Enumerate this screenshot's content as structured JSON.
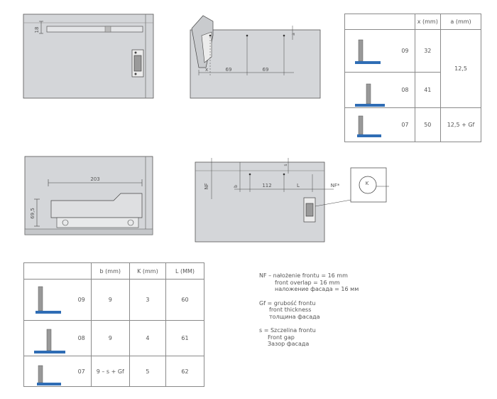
{
  "diagrams": {
    "top_left": {
      "dim_18": "18"
    },
    "top_middle": {
      "dim_x": "x",
      "dim_69a": "69",
      "dim_69b": "69",
      "dim_a": "a"
    },
    "bottom_left": {
      "dim_203": "203",
      "dim_695": "69,5"
    },
    "bottom_middle": {
      "dim_nf": "NF",
      "dim_s": "s",
      "dim_b": "b",
      "dim_112": "112",
      "dim_l": "L",
      "dim_nfstar": "NF*",
      "dim_k": "K"
    }
  },
  "table_top": {
    "headers": [
      "x (mm)",
      "a (mm)"
    ],
    "rows": [
      {
        "code": "09",
        "x": "32"
      },
      {
        "code": "08",
        "x": "41"
      },
      {
        "code": "07",
        "x": "50",
        "a": "12,5 + Gf"
      }
    ],
    "a_merged": "12,5"
  },
  "table_bottom": {
    "headers": [
      "b (mm)",
      "K (mm)",
      "L (MM)"
    ],
    "rows": [
      {
        "code": "09",
        "b": "9",
        "k": "3",
        "l": "60"
      },
      {
        "code": "08",
        "b": "9",
        "k": "4",
        "l": "61"
      },
      {
        "code": "07",
        "b": "9 – s + Gf",
        "k": "5",
        "l": "62"
      }
    ]
  },
  "legend": {
    "nf": [
      "NF – nałożenie frontu = 16 mm",
      "front overlap = 16 mm",
      "наложение фасада = 16 мм"
    ],
    "gf": [
      "Gf = grubość frontu",
      "front thickness",
      "толщина фасада"
    ],
    "s": [
      "s = Szczelina frontu",
      "Front gap",
      "Зазор фасада"
    ]
  },
  "colors": {
    "panel": "#d4d6d9",
    "line": "#444444",
    "accent": "#2f6db5"
  }
}
